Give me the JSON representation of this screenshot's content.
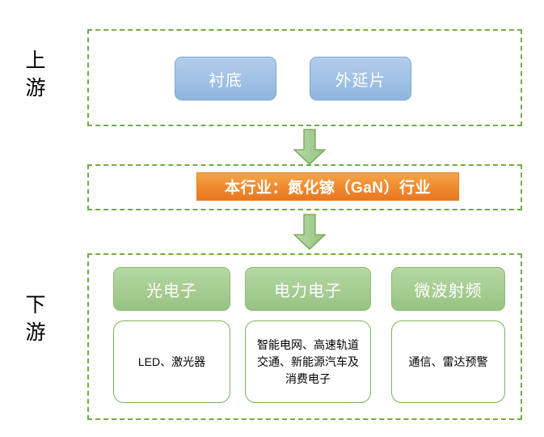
{
  "colors": {
    "dashed_border": "#70ad47",
    "blue_box": "#a4c3e6",
    "orange_box": "#e87722",
    "green_box": "#a9ce95",
    "arrow": "#a9ce95",
    "text_white": "#ffffff",
    "text_black": "#000000"
  },
  "side_labels": {
    "upstream": "上\n游",
    "downstream": "下\n游"
  },
  "upstream": {
    "items": [
      {
        "label": "衬底"
      },
      {
        "label": "外延片"
      }
    ]
  },
  "industry": {
    "label": "本行业：氮化镓（GaN）行业"
  },
  "downstream": {
    "categories": [
      {
        "label": "光电子",
        "detail": "LED、激光器"
      },
      {
        "label": "电力电子",
        "detail": "智能电网、高速轨道交通、新能源汽车及消费电子"
      },
      {
        "label": "微波射频",
        "detail": "通信、雷达预警"
      }
    ]
  },
  "arrows": [
    {
      "name": "upstream-to-industry",
      "direction": "down"
    },
    {
      "name": "industry-to-downstream",
      "direction": "down"
    }
  ]
}
